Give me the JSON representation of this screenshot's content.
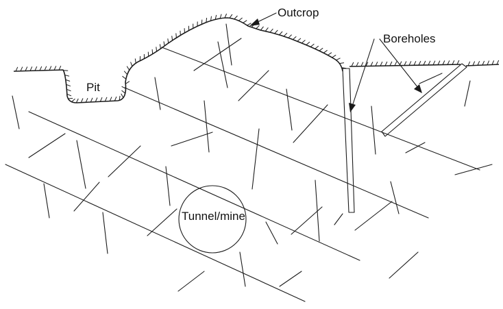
{
  "labels": {
    "outcrop": "Outcrop",
    "boreholes": "Boreholes",
    "pit": "Pit",
    "tunnel": "Tunnel/mine"
  },
  "colors": {
    "line": "#1a1a1a",
    "background": "#ffffff"
  }
}
